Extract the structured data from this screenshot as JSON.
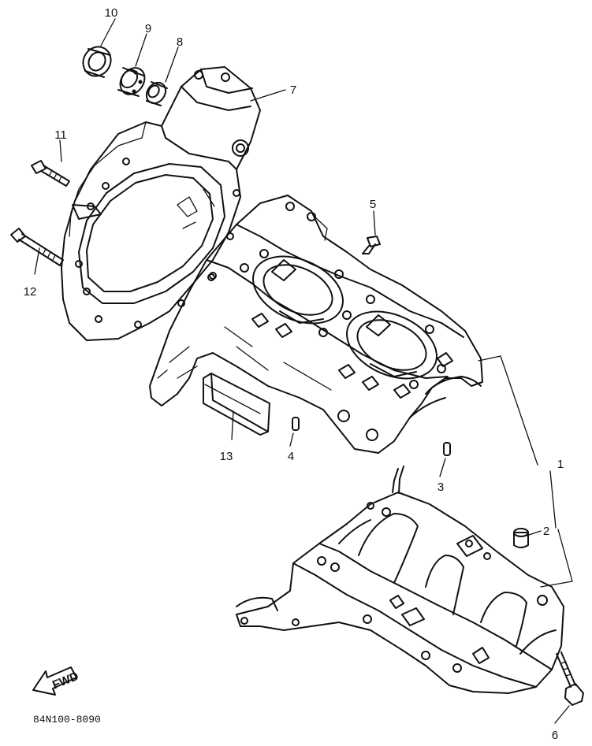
{
  "callouts": [
    "1",
    "2",
    "3",
    "4",
    "5",
    "6",
    "7",
    "8",
    "9",
    "10",
    "11",
    "12",
    "13"
  ],
  "direction_label": "FWD",
  "drawing_code": "84N100-8090"
}
